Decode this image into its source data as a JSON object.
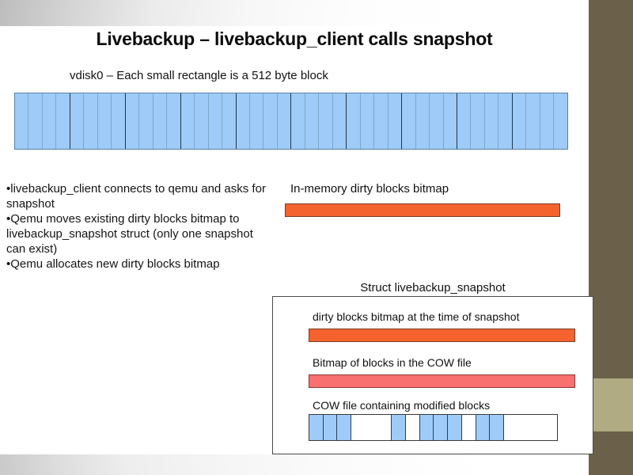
{
  "slide": {
    "title": "Livebackup – livebackup_client calls snapshot",
    "vdisk_caption": "vdisk0 – Each small rectangle is a 512 byte block"
  },
  "colors": {
    "block_blue": "#9ecbf7",
    "bitmap_orange": "#f4622e",
    "bitmap_salmon": "#f87070",
    "sidebar_olive": "#6b614a",
    "sidebar_accent": "#b0ab82"
  },
  "vdisk": {
    "block_count": 40,
    "major_every": 4
  },
  "bullets": [
    "•livebackup_client connects to qemu and asks for snapshot",
    "•Qemu moves existing dirty blocks bitmap to livebackup_snapshot struct (only one snapshot can exist)",
    "•Qemu allocates new dirty blocks bitmap"
  ],
  "in_memory": {
    "label": "In-memory dirty blocks bitmap"
  },
  "struct": {
    "label": "Struct livebackup_snapshot",
    "dirty_bitmap_label": "dirty blocks bitmap at the time of snapshot",
    "cow_bitmap_label": "Bitmap of blocks in the COW file",
    "cow_file_label": "COW file containing modified blocks",
    "cow_blocks": [
      1,
      1,
      1,
      0,
      0,
      0,
      1,
      0,
      1,
      1,
      1,
      0,
      1,
      1,
      0,
      0,
      0,
      0
    ]
  }
}
